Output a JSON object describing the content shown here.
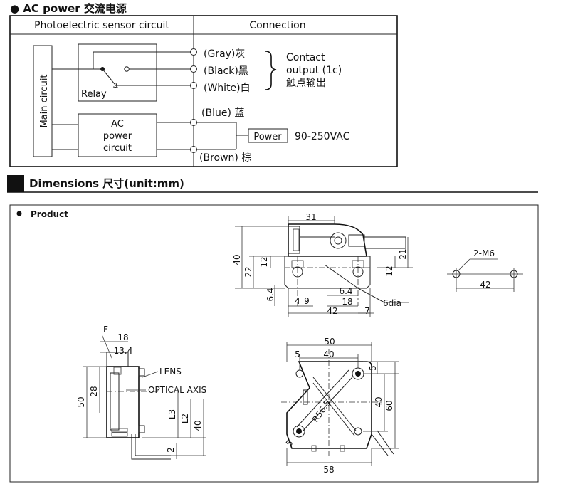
{
  "header_ac": {
    "bullet": "●",
    "title": "AC power 交流电源"
  },
  "wiring_table": {
    "col_circuit": "Photoelectric sensor circuit",
    "col_connection": "Connection",
    "main_circuit": "Main circuit",
    "relay": "Relay",
    "ac_power_block": [
      "AC",
      "power",
      "circuit"
    ],
    "wires": [
      "(Gray)灰",
      "(Black)黑",
      "(White)白",
      "(Blue) 蓝",
      "(Brown) 棕"
    ],
    "contact_output": [
      "Contact",
      "output (1c)",
      "触点输出"
    ],
    "power_box": "Power",
    "voltage": "90-250VAC"
  },
  "header_dim": {
    "title": "Dimensions 尺寸(unit:mm)"
  },
  "product": {
    "label": "Product",
    "top_view": {
      "d31": "31",
      "d40": "40",
      "d22": "22",
      "d12": "12",
      "d21": "21",
      "d12b": "12",
      "d64a": "6.4",
      "d4": "4",
      "d9": "9",
      "d64b": "6.4",
      "d18": "18",
      "d42": "42",
      "d7": "7",
      "hole": "6dia"
    },
    "mount": {
      "label": "2-M6",
      "d42": "42"
    },
    "side_view": {
      "f": "F",
      "d18": "18",
      "d134": "13.4",
      "d50": "50",
      "d28": "28",
      "lens": "LENS",
      "axis": "OPTICAL AXIS",
      "l3": "L3",
      "l2": "L2",
      "d40": "40",
      "d2": "2"
    },
    "bracket": {
      "d50": "50",
      "d5a": "5",
      "d40a": "40",
      "d5b": "5",
      "d40b": "40",
      "d60": "60",
      "r": "R56.5",
      "d5c": "5",
      "d58": "58"
    }
  }
}
